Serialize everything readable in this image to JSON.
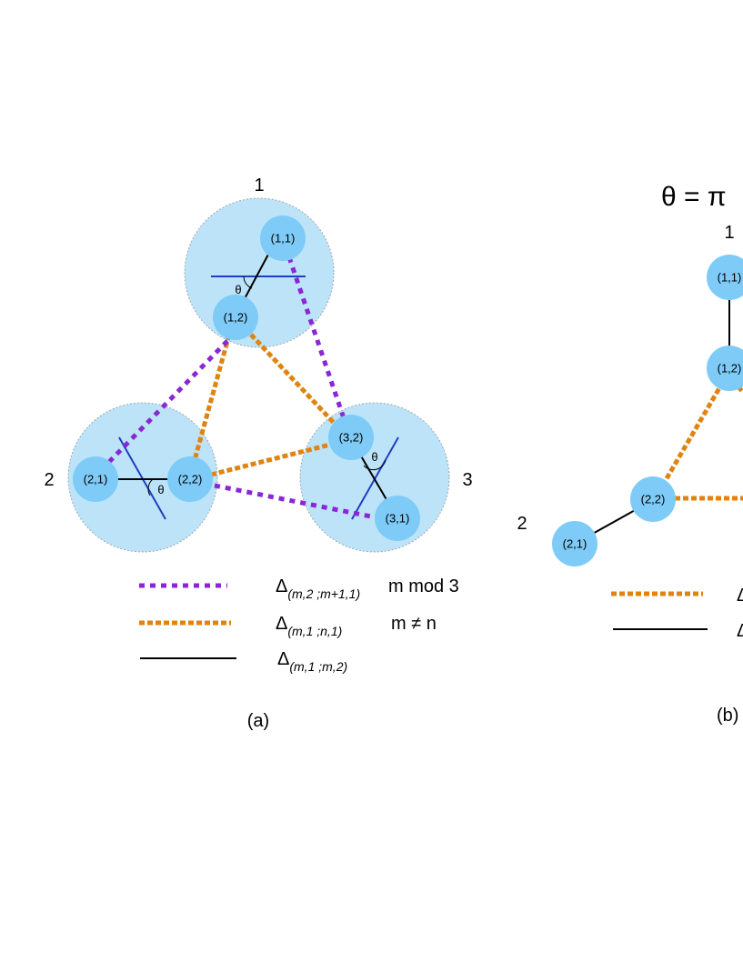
{
  "colors": {
    "cluster_fill": "#bde3f8",
    "cluster_stroke": "#9aa8b0",
    "node_fill": "#7ecbf7",
    "purple": "#8a26d6",
    "orange": "#e0830f",
    "black": "#000000",
    "blue_axis": "#1e3fc0"
  },
  "panel_a": {
    "label": "(a)",
    "clusters": [
      {
        "label": "1"
      },
      {
        "label": "2"
      },
      {
        "label": "3"
      }
    ],
    "nodes": [
      "(1,1)",
      "(1,2)",
      "(2,1)",
      "(2,2)",
      "(3,1)",
      "(3,2)"
    ],
    "theta": "θ",
    "legend": [
      {
        "style": "purple-dotted",
        "prefix": "Δ",
        "sub": "(m,2 ;m+1,1)",
        "suffix": "m mod 3"
      },
      {
        "style": "orange-dashed",
        "prefix": "Δ",
        "sub": "(m,1 ;n,1)",
        "suffix": "m ≠ n"
      },
      {
        "style": "black-solid",
        "prefix": "Δ",
        "sub": "(m,1 ;m,2)",
        "suffix": ""
      }
    ]
  },
  "panel_b": {
    "label": "(b)",
    "title": "θ = π",
    "clusters": [
      {
        "label": "1"
      },
      {
        "label": "2"
      }
    ],
    "nodes": [
      "(1,1)",
      "(1,2)",
      "(2,2)",
      "(2,1)"
    ],
    "legend_prefix": "Δ"
  }
}
